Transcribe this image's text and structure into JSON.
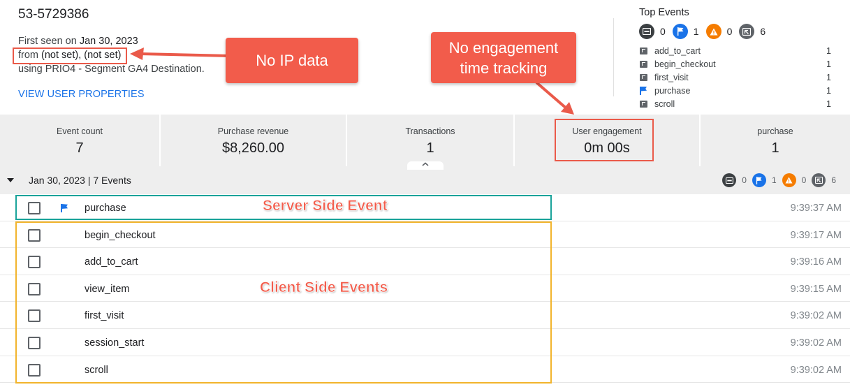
{
  "user": {
    "id": "53-5729386",
    "first_seen_prefix": "First seen on",
    "first_seen_date": "Jan 30, 2023",
    "from_prefix": "from",
    "location": "(not set), (not set)",
    "using_prefix": "using",
    "source": "PRIO4 - Segment GA4 Destination.",
    "view_properties": "VIEW USER PROPERTIES"
  },
  "top_events": {
    "title": "Top Events",
    "summary": [
      {
        "icon": "dark-event-icon",
        "count": "0"
      },
      {
        "icon": "conversion-flag-icon",
        "count": "1"
      },
      {
        "icon": "warning-icon",
        "count": "0"
      },
      {
        "icon": "event-icon",
        "count": "6"
      }
    ],
    "items": [
      {
        "name": "add_to_cart",
        "count": "1",
        "icon": "event-icon"
      },
      {
        "name": "begin_checkout",
        "count": "1",
        "icon": "event-icon"
      },
      {
        "name": "first_visit",
        "count": "1",
        "icon": "event-icon"
      },
      {
        "name": "purchase",
        "count": "1",
        "icon": "flag-icon"
      },
      {
        "name": "scroll",
        "count": "1",
        "icon": "event-icon"
      }
    ]
  },
  "metrics": [
    {
      "label": "Event count",
      "value": "7"
    },
    {
      "label": "Purchase revenue",
      "value": "$8,260.00"
    },
    {
      "label": "Transactions",
      "value": "1"
    },
    {
      "label": "User engagement",
      "value": "0m 00s"
    },
    {
      "label": "purchase",
      "value": "1"
    }
  ],
  "group": {
    "title": "Jan 30, 2023 | 7 Events",
    "summary": [
      {
        "icon": "dark-event-icon",
        "count": "0"
      },
      {
        "icon": "conversion-flag-icon",
        "count": "1"
      },
      {
        "icon": "warning-icon",
        "count": "0"
      },
      {
        "icon": "event-icon",
        "count": "6"
      }
    ]
  },
  "events": [
    {
      "name": "purchase",
      "time": "9:39:37 AM",
      "icon": "flag-icon"
    },
    {
      "name": "begin_checkout",
      "time": "9:39:17 AM",
      "icon": "event-icon"
    },
    {
      "name": "add_to_cart",
      "time": "9:39:16 AM",
      "icon": "event-icon"
    },
    {
      "name": "view_item",
      "time": "9:39:15 AM",
      "icon": "event-icon"
    },
    {
      "name": "first_visit",
      "time": "9:39:02 AM",
      "icon": "event-icon"
    },
    {
      "name": "session_start",
      "time": "9:39:02 AM",
      "icon": "event-icon"
    },
    {
      "name": "scroll",
      "time": "9:39:02 AM",
      "icon": "event-icon"
    }
  ],
  "annotations": {
    "no_ip": "No IP data",
    "no_engagement_line1": "No engagement",
    "no_engagement_line2": "time tracking",
    "server_side": "Server Side Event",
    "client_side": "Client Side Events",
    "colors": {
      "red": "#ea5a4a",
      "teal": "#1aa39a",
      "gold": "#f2b42c",
      "link": "#1a73e8"
    }
  }
}
